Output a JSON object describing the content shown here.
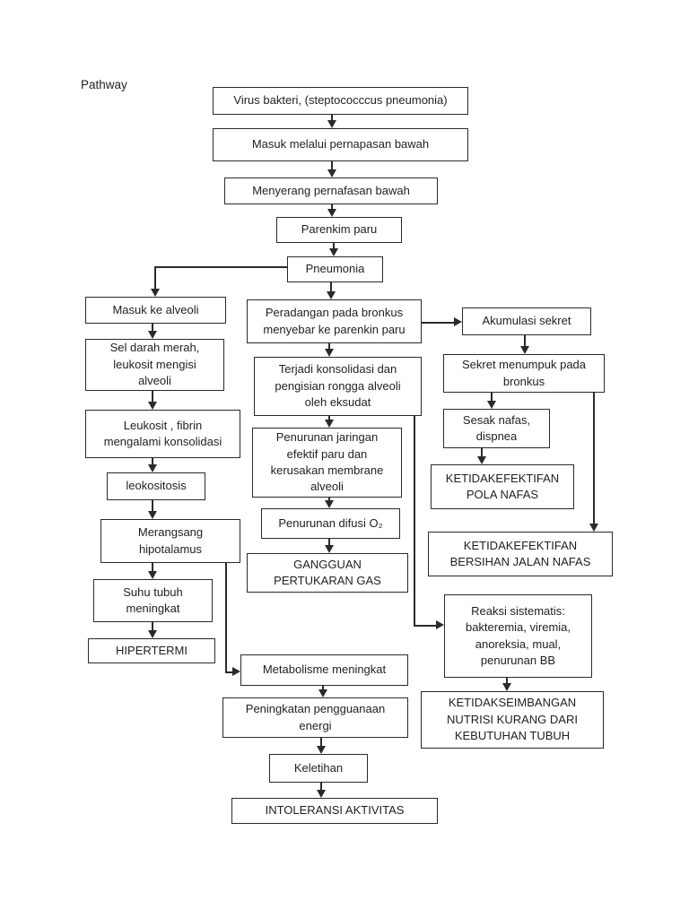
{
  "page": {
    "title": "Pathway"
  },
  "colors": {
    "background": "#ffffff",
    "ink": "#1f1f1f",
    "line": "#2a2a2a"
  },
  "nodes": {
    "virus": {
      "label": "Virus bakteri, (steptococccus pneumonia)"
    },
    "masuk_pernapasan": {
      "label": "Masuk melalui pernapasan bawah"
    },
    "menyerang": {
      "label": "Menyerang pernafasan bawah"
    },
    "parenkim": {
      "label": "Parenkim paru"
    },
    "pneumonia": {
      "label": "Pneumonia"
    },
    "masuk_alveoli": {
      "label": "Masuk ke alveoli"
    },
    "sel_darah": {
      "label": "Sel darah merah,\nleukosit mengisi\nalveoli"
    },
    "leukosit_fibrin": {
      "label": "Leukosit , fibrin\nmengalami konsolidasi"
    },
    "leokositosis": {
      "label": "leokositosis"
    },
    "merangsang_hipotalamus": {
      "label": "Merangsang\nhipotalamus"
    },
    "suhu_tubuh": {
      "label": "Suhu tubuh\nmeningkat"
    },
    "hipertermi": {
      "label": "HIPERTERMI"
    },
    "peradangan": {
      "label": "Peradangan pada bronkus\nmenyebar ke parenkin paru"
    },
    "terjadi_konsolidasi": {
      "label": "Terjadi konsolidasi dan\npengisian rongga alveoli\noleh eksudat"
    },
    "penurunan_jaringan": {
      "label": "Penurunan jaringan\nefektif paru dan\nkerusakan membrane\nalveoli"
    },
    "penurunan_difusi": {
      "label": "Penurunan difusi O₂"
    },
    "gangguan_pertukaran_gas": {
      "label": "GANGGUAN\nPERTUKARAN GAS"
    },
    "akumulasi_sekret": {
      "label": "Akumulasi sekret"
    },
    "sekret_menumpuk": {
      "label": "Sekret menumpuk pada\nbronkus"
    },
    "sesak_nafas": {
      "label": "Sesak nafas,\ndispnea"
    },
    "pola_nafas": {
      "label": "KETIDAKEFEKTIFAN\nPOLA NAFAS"
    },
    "bersihan_jalan_nafas": {
      "label": "KETIDAKEFEKTIFAN\nBERSIHAN JALAN NAFAS"
    },
    "reaksi_sistematis": {
      "label": "Reaksi sistematis:\nbakteremia, viremia,\nanoreksia, mual,\npenurunan BB"
    },
    "nutrisi": {
      "label": "KETIDAKSEIMBANGAN\nNUTRISI KURANG DARI\nKEBUTUHAN TUBUH"
    },
    "metabolisme": {
      "label": "Metabolisme meningkat"
    },
    "peningkatan_energi": {
      "label": "Peningkatan pengguanaan\nenergi"
    },
    "keletihan": {
      "label": "Keletihan"
    },
    "intoleransi": {
      "label": "INTOLERANSI AKTIVITAS"
    }
  }
}
